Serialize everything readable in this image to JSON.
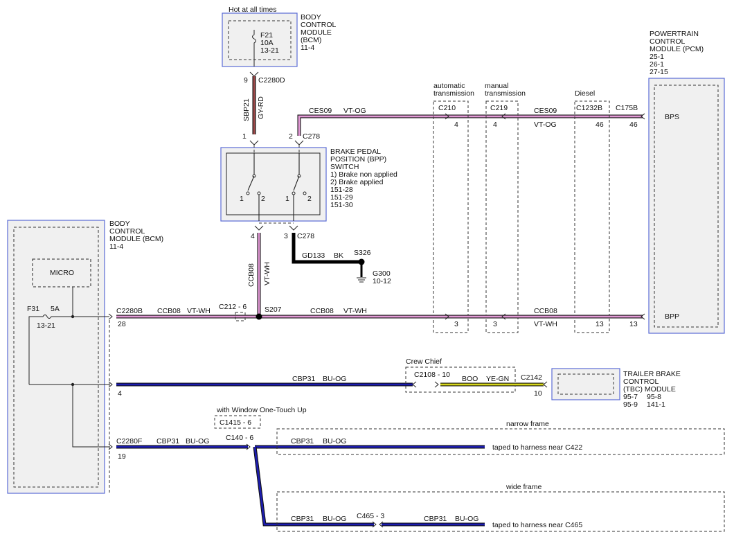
{
  "colors": {
    "vt_og": "#e39ad6",
    "vt_wh": "#e39ad6",
    "gy_rd": "#a04a4a",
    "bu_og": "#1c1cb0",
    "ye_gn": "#d6d61a",
    "bk": "#000000",
    "module_border": "#5a6bd6",
    "module_fill": "#f0f0f0"
  },
  "labels": {
    "hot": "Hot at all times",
    "bcm_top_1": "BODY",
    "bcm_top_2": "CONTROL",
    "bcm_top_3": "MODULE",
    "bcm_top_4": "(BCM)",
    "bcm_top_5": "11-4",
    "f21_1": "F21",
    "f21_2": "10A",
    "f21_3": "13-21",
    "pin9": "9",
    "c2280d": "C2280D",
    "sbp21": "SBP21",
    "gyrd": "GY-RD",
    "pin1a": "1",
    "pin2a": "2",
    "c278a": "C278",
    "bpp_1": "BRAKE PEDAL",
    "bpp_2": "POSITION (BPP)",
    "bpp_3": "SWITCH",
    "bpp_4": "1) Brake non applied",
    "bpp_5": "2) Brake applied",
    "bpp_6": "151-28",
    "bpp_7": "151-29",
    "bpp_8": "151-30",
    "sw1_1": "1",
    "sw1_2": "2",
    "sw2_1": "1",
    "sw2_2": "2",
    "pin4b": "4",
    "pin3b": "3",
    "c278b": "C278",
    "ccb08v": "CCB08",
    "vtwhv": "VT-WH",
    "gd133": "GD133",
    "bk": "BK",
    "s326": "S326",
    "g300": "G300",
    "g300r": "10-12",
    "ces09a": "CES09",
    "vtoga": "VT-OG",
    "auto_1": "automatic",
    "auto_2": "transmission",
    "man_1": "manual",
    "man_2": "transmission",
    "diesel": "Diesel",
    "c210": "C210",
    "c219": "C219",
    "c1232b": "C1232B",
    "c175b": "C175B",
    "p4a": "4",
    "p4b": "4",
    "ces09b": "CES09",
    "vtogb": "VT-OG",
    "p46a": "46",
    "p46b": "46",
    "pcm_1": "POWERTRAIN",
    "pcm_2": "CONTROL",
    "pcm_3": "MODULE (PCM)",
    "pcm_4": "25-1",
    "pcm_5": "26-1",
    "pcm_6": "27-15",
    "bps": "BPS",
    "bpp": "BPP",
    "bcm_l_1": "BODY",
    "bcm_l_2": "CONTROL",
    "bcm_l_3": "MODULE (BCM)",
    "bcm_l_4": "11-4",
    "micro": "MICRO",
    "f31": "F31",
    "f31a": "5A",
    "f31r": "13-21",
    "c2280b": "C2280B",
    "p28": "28",
    "ccb08a": "CCB08",
    "vtwha": "VT-WH",
    "c212": "C212 - 6",
    "s207": "S207",
    "ccb08b": "CCB08",
    "vtwhb": "VT-WH",
    "ccb08c": "CCB08",
    "vtwhc": "VT-WH",
    "p3a": "3",
    "p3b": "3",
    "p13a": "13",
    "p13b": "13",
    "crew": "Crew Chief",
    "c2108": "C2108 - 10",
    "boo": "BOO",
    "yegn": "YE-GN",
    "c2142": "C2142",
    "p10": "10",
    "cbp31a": "CBP31",
    "buoga": "BU-OG",
    "p4c": "4",
    "tbc_1": "TRAILER BRAKE",
    "tbc_2": "CONTROL",
    "tbc_3": "(TBC) MODULE",
    "tbc_4": "95-7",
    "tbc_5": "95-8",
    "tbc_6": "95-9",
    "tbc_7": "141-1",
    "wot": "with Window One-Touch Up",
    "c1415": "C1415 - 6",
    "c2280f": "C2280F",
    "p19": "19",
    "cbp31b": "CBP31",
    "buogb": "BU-OG",
    "c140": "C140 - 6",
    "narrow": "narrow frame",
    "cbp31c": "CBP31",
    "buogc": "BU-OG",
    "taped422": "taped to harness near C422",
    "wide": "wide frame",
    "cbp31d": "CBP31",
    "buogd": "BU-OG",
    "c465": "C465 - 3",
    "cbp31e": "CBP31",
    "buoge": "BU-OG",
    "taped465": "taped to harness near C465"
  }
}
